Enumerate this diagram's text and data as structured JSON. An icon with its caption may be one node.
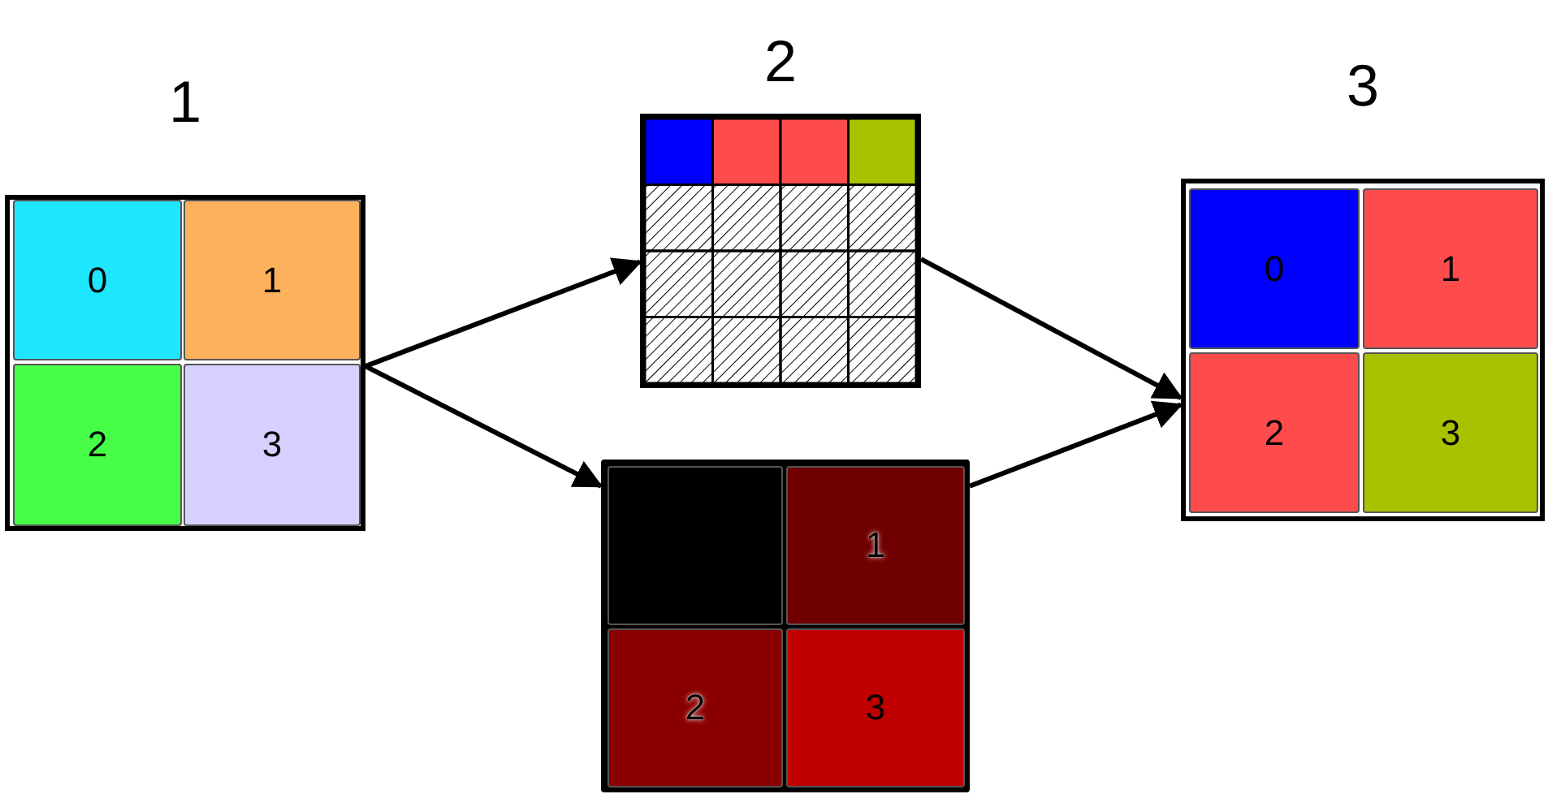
{
  "diagram": {
    "nodes": [
      {
        "text": [
          "1"
        ]
      },
      {
        "text": [
          "0"
        ],
        "in": 0
      },
      {
        "text": [
          "1"
        ],
        "in": 0
      },
      {
        "text": [
          "2"
        ],
        "in": 0
      },
      {
        "text": [
          "3"
        ],
        "in": 0
      },
      {
        "text": [
          "2"
        ]
      },
      {
        "text": [],
        "shape": "box"
      },
      {
        "text": [],
        "shape": "box",
        "in": 6
      },
      {
        "text": [
          "1"
        ],
        "in": 6
      },
      {
        "text": [
          "2"
        ],
        "in": 6
      },
      {
        "text": [
          "3"
        ],
        "in": 6
      },
      {
        "text": [
          "3"
        ]
      },
      {
        "text": [
          "0"
        ],
        "in": 11
      },
      {
        "text": [
          "1"
        ],
        "in": 11
      },
      {
        "text": [
          "2"
        ],
        "in": 11
      },
      {
        "text": [
          "3"
        ],
        "in": 11
      }
    ],
    "edges": [
      {
        "from": 0,
        "to": 5,
        "arrow": "to"
      },
      {
        "from": 0,
        "to": 6,
        "arrow": "to"
      },
      {
        "from": 5,
        "to": 11,
        "arrow": "to"
      },
      {
        "from": 6,
        "to": 11,
        "arrow": "to"
      }
    ]
  }
}
